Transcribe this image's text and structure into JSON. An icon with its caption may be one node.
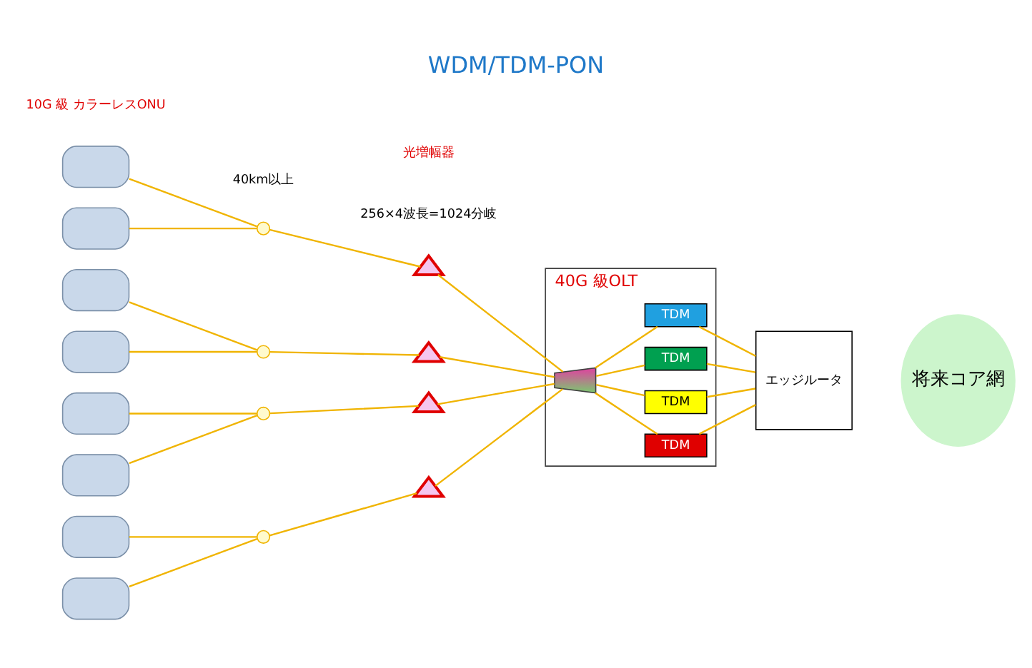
{
  "diagram": {
    "title": "WDM/TDM-PON",
    "nodes": [
      {
        "text": [],
        "shape": "box"
      },
      {
        "text": [],
        "shape": "box"
      },
      {
        "text": [],
        "shape": "box"
      },
      {
        "text": [],
        "shape": "box"
      },
      {
        "text": [],
        "shape": "box"
      },
      {
        "text": [],
        "shape": "box"
      },
      {
        "text": [],
        "shape": "box"
      },
      {
        "text": [],
        "shape": "box"
      },
      {
        "text": [],
        "shape": "circle"
      },
      {
        "text": [],
        "shape": "circle"
      },
      {
        "text": [],
        "shape": "circle"
      },
      {
        "text": [],
        "shape": "circle"
      },
      {
        "text": [],
        "shape": "triangle"
      },
      {
        "text": [],
        "shape": "triangle"
      },
      {
        "text": [],
        "shape": "triangle"
      },
      {
        "text": [],
        "shape": "triangle"
      },
      {
        "text": [
          "40G 級OLT"
        ]
      },
      {
        "text": [],
        "shape": "trapezoid",
        "in": 16
      },
      {
        "text": [
          "TDM"
        ],
        "in": 16
      },
      {
        "text": [
          "TDM"
        ],
        "in": 16
      },
      {
        "text": [
          "TDM"
        ],
        "in": 16
      },
      {
        "text": [
          "TDM"
        ],
        "in": 16
      },
      {
        "text": [
          "エッジルータ"
        ]
      },
      {
        "text": [
          "将来コア網"
        ]
      }
    ],
    "edges": [
      {
        "from": 0,
        "to": 8,
        "arrow": "none"
      },
      {
        "from": 1,
        "to": 8,
        "arrow": "none"
      },
      {
        "from": 2,
        "to": 9,
        "arrow": "none"
      },
      {
        "from": 3,
        "to": 9,
        "arrow": "none"
      },
      {
        "from": 4,
        "to": 10,
        "arrow": "none"
      },
      {
        "from": 5,
        "to": 10,
        "arrow": "none"
      },
      {
        "from": 6,
        "to": 11,
        "arrow": "none"
      },
      {
        "from": 7,
        "to": 11,
        "arrow": "none"
      },
      {
        "from": 8,
        "to": 12,
        "arrow": "none"
      },
      {
        "from": 9,
        "to": 13,
        "arrow": "none"
      },
      {
        "from": 10,
        "to": 14,
        "arrow": "none"
      },
      {
        "from": 11,
        "to": 15,
        "arrow": "none"
      },
      {
        "from": 12,
        "to": 17,
        "arrow": "none"
      },
      {
        "from": 13,
        "to": 17,
        "arrow": "none"
      },
      {
        "from": 14,
        "to": 17,
        "arrow": "none"
      },
      {
        "from": 15,
        "to": 17,
        "arrow": "none"
      },
      {
        "from": 17,
        "to": 18,
        "arrow": "none"
      },
      {
        "from": 17,
        "to": 19,
        "arrow": "none"
      },
      {
        "from": 17,
        "to": 20,
        "arrow": "none"
      },
      {
        "from": 17,
        "to": 21,
        "arrow": "none"
      },
      {
        "from": 18,
        "to": 22,
        "arrow": "none"
      },
      {
        "from": 19,
        "to": 22,
        "arrow": "none"
      },
      {
        "from": 20,
        "to": 22,
        "arrow": "none"
      },
      {
        "from": 21,
        "to": 22,
        "arrow": "none"
      }
    ],
    "labels": [
      "256×4波長=1024分岐",
      "10G 級 カラーレスONU",
      "光増幅器",
      "40km以上"
    ]
  }
}
